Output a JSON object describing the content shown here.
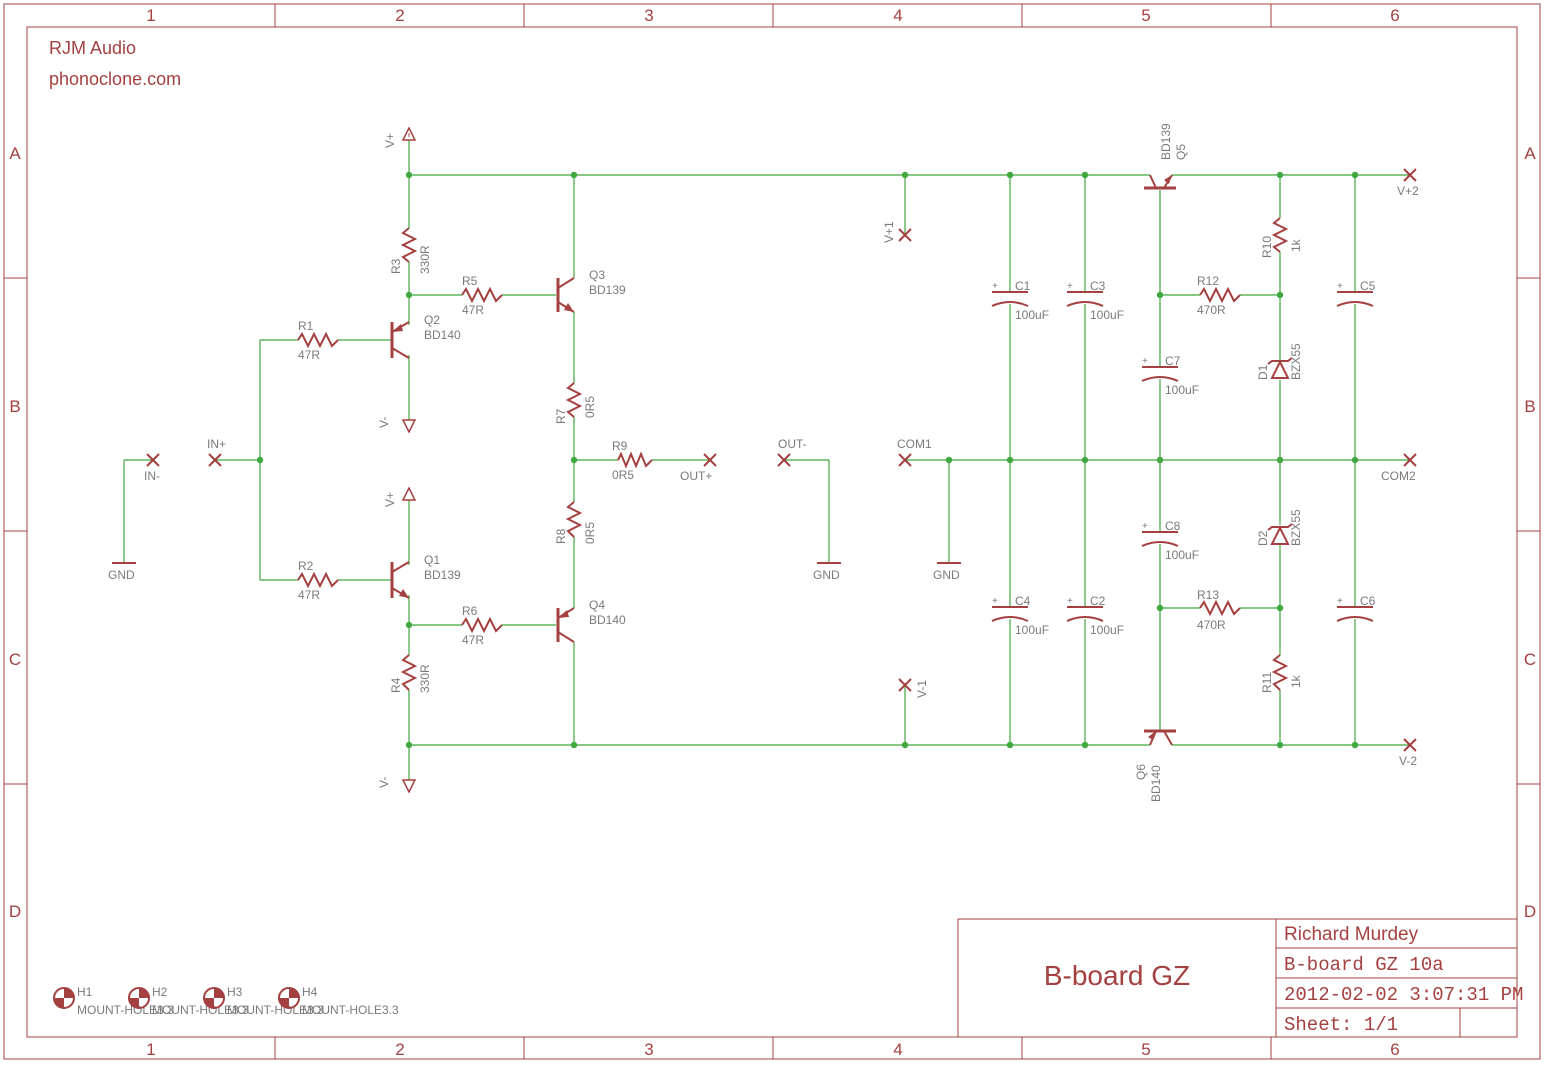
{
  "frame": {
    "columns": [
      "1",
      "2",
      "3",
      "4",
      "5",
      "6"
    ],
    "rows": [
      "A",
      "B",
      "C",
      "D"
    ]
  },
  "brand": {
    "company": "RJM Audio",
    "website": "phonoclone.com"
  },
  "title_block": {
    "title": "B-board GZ",
    "author": "Richard Murdey",
    "drawing": "B-board  GZ  10a",
    "datetime": "2012-02-02  3:07:31  PM",
    "sheet": "Sheet: 1/1"
  },
  "components": [
    {
      "id": "r1",
      "name": "R1",
      "value": "47R"
    },
    {
      "id": "r2",
      "name": "R2",
      "value": "47R"
    },
    {
      "id": "r3",
      "name": "R3",
      "value": "330R"
    },
    {
      "id": "r4",
      "name": "R4",
      "value": "330R"
    },
    {
      "id": "r5",
      "name": "R5",
      "value": "47R"
    },
    {
      "id": "r6",
      "name": "R6",
      "value": "47R"
    },
    {
      "id": "r7",
      "name": "R7",
      "value": "0R5"
    },
    {
      "id": "r8",
      "name": "R8",
      "value": "0R5"
    },
    {
      "id": "r9",
      "name": "R9",
      "value": "0R5"
    },
    {
      "id": "r10",
      "name": "R10",
      "value": "1k"
    },
    {
      "id": "r11",
      "name": "R11",
      "value": "1k"
    },
    {
      "id": "r12",
      "name": "R12",
      "value": "470R"
    },
    {
      "id": "r13",
      "name": "R13",
      "value": "470R"
    },
    {
      "id": "q1",
      "name": "Q1",
      "value": "BD139"
    },
    {
      "id": "q2",
      "name": "Q2",
      "value": "BD140"
    },
    {
      "id": "q3",
      "name": "Q3",
      "value": "BD139"
    },
    {
      "id": "q4",
      "name": "Q4",
      "value": "BD140"
    },
    {
      "id": "q5",
      "name": "Q5",
      "value": "BD139"
    },
    {
      "id": "q6",
      "name": "Q6",
      "value": "BD140"
    },
    {
      "id": "c1",
      "name": "C1",
      "value": "100uF"
    },
    {
      "id": "c2",
      "name": "C2",
      "value": "100uF"
    },
    {
      "id": "c3",
      "name": "C3",
      "value": "100uF"
    },
    {
      "id": "c4",
      "name": "C4",
      "value": "100uF"
    },
    {
      "id": "c5",
      "name": "C5",
      "value": ""
    },
    {
      "id": "c6",
      "name": "C6",
      "value": ""
    },
    {
      "id": "c7",
      "name": "C7",
      "value": "100uF"
    },
    {
      "id": "c8",
      "name": "C8",
      "value": "100uF"
    },
    {
      "id": "d1",
      "name": "D1",
      "value": "BZX55"
    },
    {
      "id": "d2",
      "name": "D2",
      "value": "BZX55"
    }
  ],
  "ports": {
    "in_minus": "IN-",
    "in_plus": "IN+",
    "out_plus": "OUT+",
    "out_minus": "OUT-",
    "com1": "COM1",
    "com2": "COM2",
    "v_plus1": "V+1",
    "v_minus1": "V-1",
    "v_plus2": "V+2",
    "v_minus2": "V-2",
    "gnd": "GND",
    "v_plus": "V+",
    "v_minus": "V-"
  },
  "mount_holes": [
    {
      "name": "H1",
      "value": "MOUNT-HOLE3.3"
    },
    {
      "name": "H2",
      "value": "MOUNT-HOLE3.3"
    },
    {
      "name": "H3",
      "value": "MOUNT-HOLE3.3"
    },
    {
      "name": "H4",
      "value": "MOUNT-HOLE3.3"
    }
  ],
  "colors": {
    "frame": "#a44040",
    "wire": "#3fa83f",
    "label": "#7a7a7a"
  }
}
